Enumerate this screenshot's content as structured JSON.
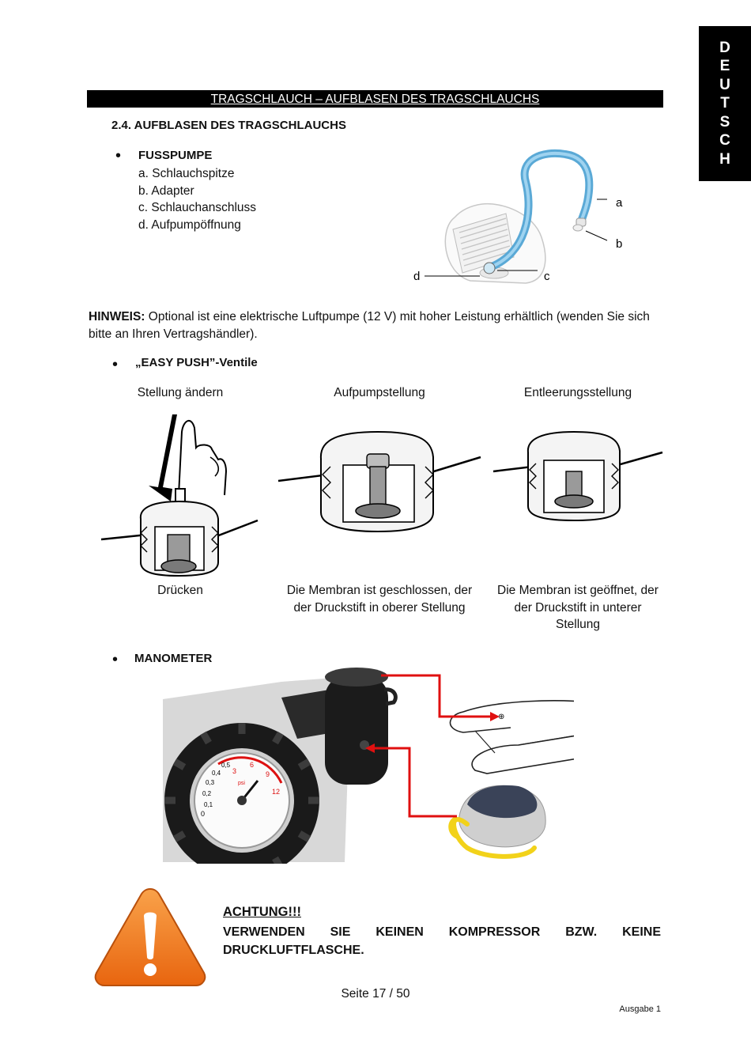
{
  "language_tab": {
    "letters": [
      "D",
      "E",
      "U",
      "T",
      "S",
      "C",
      "H"
    ]
  },
  "header": {
    "title": "TRAGSCHLAUCH – AUFBLASEN DES TRAGSCHLAUCHS"
  },
  "section": {
    "title": "2.4.  AUFBLASEN DES TRAGSCHLAUCHS"
  },
  "foot_pump": {
    "title": "FUSSPUMPE",
    "parts": [
      "a. Schlauchspitze",
      "b. Adapter",
      "c. Schlauchanschluss",
      "d. Aufpumpöffnung"
    ],
    "callouts": {
      "a": "a",
      "b": "b",
      "c": "c",
      "d": "d"
    }
  },
  "hint": {
    "label": "HINWEIS:",
    "text": " Optional ist eine elektrische Luftpumpe (12 V) mit hoher Leistung erhältlich (wenden Sie sich bitte an Ihren Vertragshändler)."
  },
  "valves": {
    "title": "„EASY PUSH”-Ventile",
    "columns": [
      {
        "label": "Stellung ändern",
        "caption": "Drücken"
      },
      {
        "label": "Aufpumpstellung",
        "caption": "Die Membran ist geschlossen, der der Druckstift in oberer Stellung"
      },
      {
        "label": "Entleerungsstellung",
        "caption": "Die Membran ist geöffnet, der der Druckstift in unterer Stellung"
      }
    ]
  },
  "manometer": {
    "title": "MANOMETER",
    "gauge_labels": [
      "0",
      "0,1",
      "0,2",
      "0,3",
      "0,4",
      "0,5",
      "6",
      "3",
      "9",
      "12"
    ],
    "unit": "psi"
  },
  "warning": {
    "title": "ACHTUNG!!!",
    "text": "VERWENDEN SIE KEINEN KOMPRESSOR BZW. KEINE DRUCKLUFTFLASCHE."
  },
  "footer": {
    "page": "Seite 17 / 50",
    "edition": "Ausgabe 1"
  },
  "colors": {
    "tab": "#000000",
    "hose": "#6db8e0",
    "arrow": "#e01010",
    "warning": "#f07a1a",
    "pump_hose": "#f2d21a"
  }
}
